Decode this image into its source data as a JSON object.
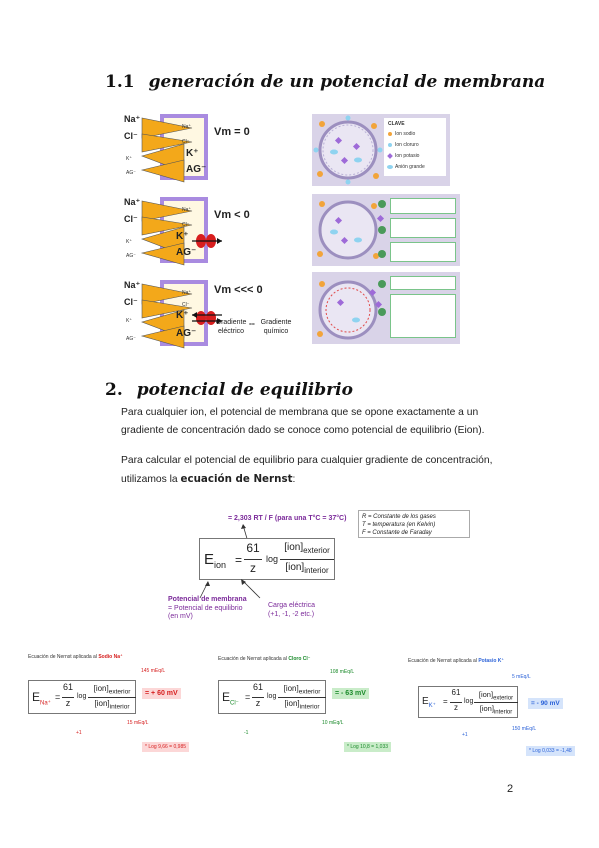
{
  "section1": {
    "number": "1.1",
    "title": "generación de un potencial de membrana"
  },
  "panels": [
    {
      "ions": [
        "Na⁺",
        "Cl⁻",
        "K⁺",
        "AG⁻"
      ],
      "inner_ions": [
        "Na⁺",
        "Cl⁻"
      ],
      "vm": "Vm = 0"
    },
    {
      "ions": [
        "Na⁺",
        "Cl⁻",
        "K⁺",
        "AG⁻"
      ],
      "inner_ions": [
        "Na⁺",
        "Cl⁻"
      ],
      "vm": "Vm < 0"
    },
    {
      "ions": [
        "Na⁺",
        "Cl⁻",
        "K⁺",
        "AG⁻"
      ],
      "inner_ions": [
        "Na⁺",
        "Cl⁻"
      ],
      "vm": "Vm <<< 0"
    }
  ],
  "gradient_labels": {
    "electric": "Gradiente eléctrico",
    "op": "==",
    "chemical": "Gradiente químico"
  },
  "legend": {
    "title": "CLAVE",
    "items": [
      "Ion sodio",
      "Ion cloruro",
      "Ion potasio",
      "Anión grande"
    ]
  },
  "colors": {
    "membrane": "#a98be0",
    "triangle": "#f3a81a",
    "channel": "#d81e1e",
    "purple": "#7b2a9a",
    "sodium": "#f2a43a",
    "chloride": "#8fd3f0",
    "potassium": "#9e6ad8"
  },
  "section2": {
    "number": "2.",
    "title": "potencial de equilibrio",
    "paragraph1": "Para cualquier ion, el potencial de membrana que se opone exactamente a un gradiente de concentración dado se conoce como potencial de equilibrio (Eion).",
    "paragraph2_prefix": "Para calcular el potencial de equilibrio para cualquier gradiente de concentración, utilizamos la ",
    "paragraph2_bold": "ecuación de Nernst",
    "paragraph2_suffix": ":"
  },
  "nernst": {
    "top_note": "= 2,303 RT / F (para una T°C = 37°C)",
    "legend_lines": [
      "R = Constante de los gases",
      "T = temperatura (en Kelvin)",
      "F = Constante de Faraday"
    ],
    "lhs": "E",
    "lhs_sub": "ion",
    "constant": "61",
    "z": "z",
    "log": "log",
    "numerator": "[ion]",
    "numerator_sub": "exterior",
    "denominator": "[ion]",
    "denominator_sub": "interior",
    "membrane_label": "Potencial de membrana",
    "membrane_sub1": "= Potencial de equilibrio",
    "membrane_sub2": "(en mV)",
    "charge_label": "Carga eléctrica",
    "charge_sub": "(+1, -1, -2 etc.)"
  },
  "examples": [
    {
      "title": "Ecuación de Nernst aplicada al ",
      "ion_name": "Sodio Na⁺",
      "sub": "Na⁺",
      "ext": "145 mEq/L",
      "int": "15 mEq/L",
      "z": "+1",
      "result": "= + 60 mV",
      "note": "* Log 9,66 = 0,985"
    },
    {
      "title": "Ecuación de Nernst aplicada al ",
      "ion_name": "Cloro Cl⁻",
      "sub": "Cl⁻",
      "ext": "108 mEq/L",
      "int": "10 mEq/L",
      "z": "-1",
      "result": "= - 63 mV",
      "note": "* Log 10,8 = 1,033"
    },
    {
      "title": "Ecuación de Nernst aplicada al ",
      "ion_name": "Potasio K⁺",
      "sub": "K⁺",
      "ext": "5 mEq/L",
      "int": "150 mEq/L",
      "z": "+1",
      "result": "= - 90 mV",
      "note": "* Log 0,033 = -1,48"
    }
  ],
  "page_number": "2"
}
